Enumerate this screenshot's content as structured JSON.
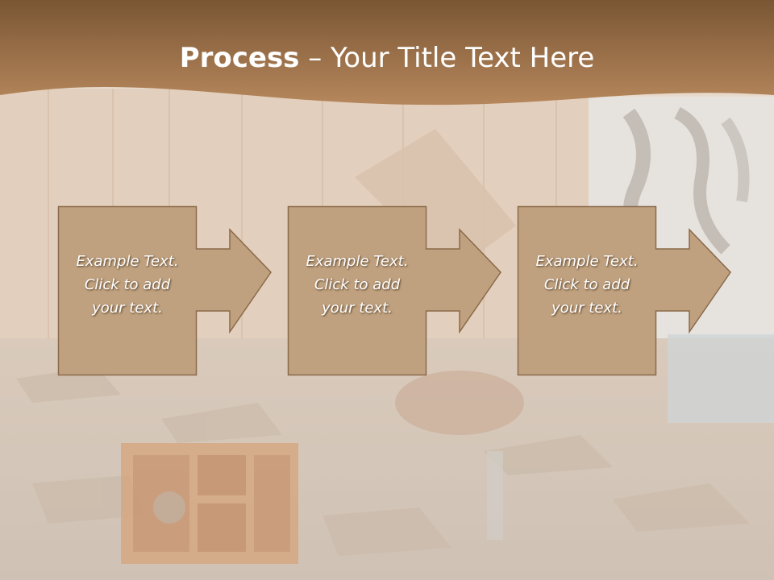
{
  "slide": {
    "title_bold": "Process",
    "title_rest": " – Your Title Text Here"
  },
  "steps": [
    {
      "lines": [
        "Example Text.",
        "Click  to add",
        "your text."
      ]
    },
    {
      "lines": [
        "Example Text.",
        "Click  to add",
        "your text."
      ]
    },
    {
      "lines": [
        "Example Text.",
        "Click  to add",
        "your text."
      ]
    }
  ],
  "colors": {
    "header_top": "#7a5634",
    "header_bottom": "#b8875c",
    "box_fill": "#bfa17f",
    "box_stroke": "#8a6a4a",
    "background": "#e6d8c9"
  }
}
